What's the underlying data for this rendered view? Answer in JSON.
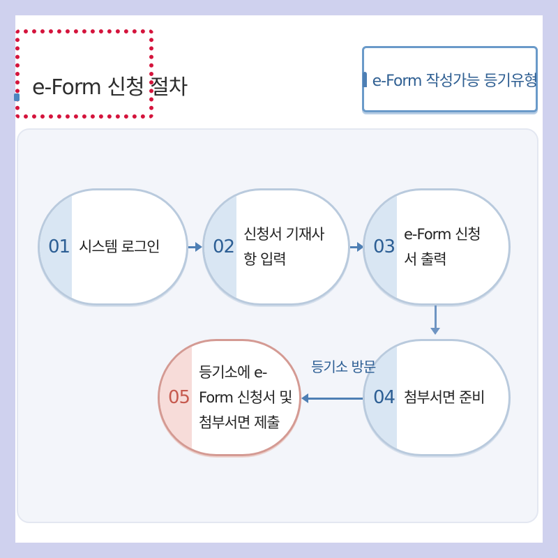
{
  "header": {
    "title": "e-Form 신청 절차",
    "button_label": "e-Form 작성가능 등기유형"
  },
  "steps": [
    {
      "num": "01",
      "label": "시스템 로그인"
    },
    {
      "num": "02",
      "label": "신청서 기재사항 입력"
    },
    {
      "num": "03",
      "label": "e-Form 신청서 출력"
    },
    {
      "num": "04",
      "label": "첨부서면 준비"
    },
    {
      "num": "05",
      "label": "등기소에 e-Form 신청서 및 첨부서면 제출"
    }
  ],
  "connector": {
    "visit_label": "등기소 방문"
  },
  "colors": {
    "accent": "#2c5e94",
    "final": "#c65a4f",
    "highlight": "#d4143c"
  }
}
